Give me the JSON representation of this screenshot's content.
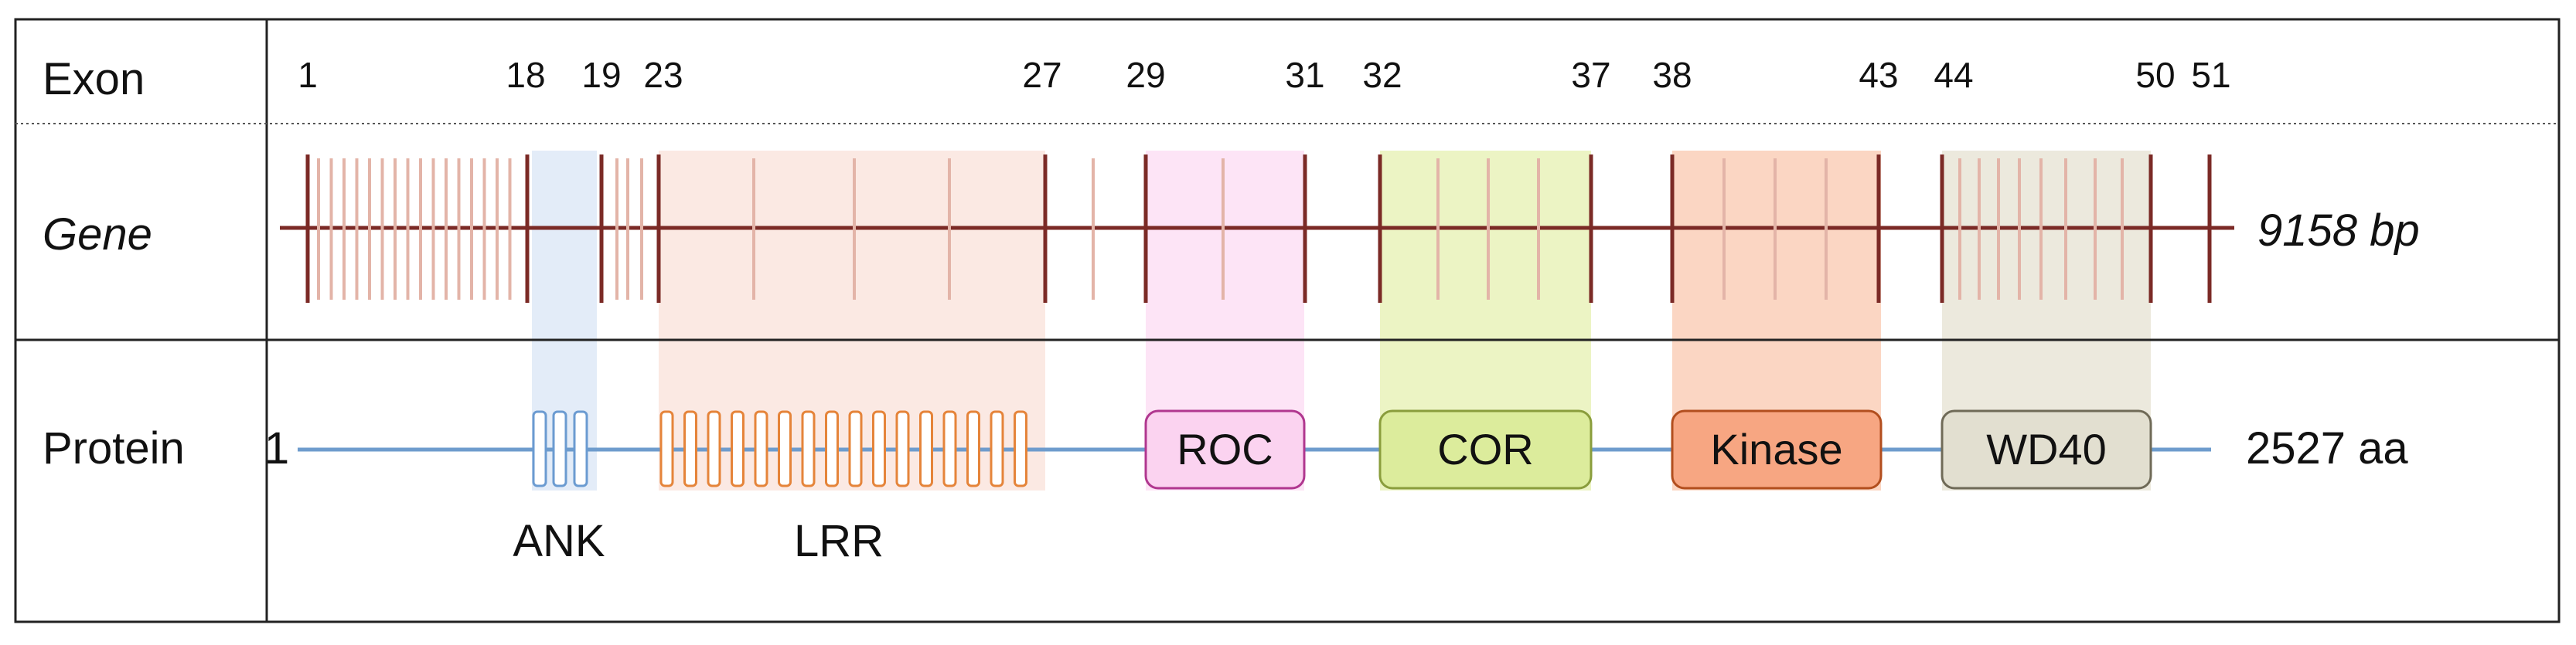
{
  "rows": {
    "exon_label": "Exon",
    "gene_label": "Gene",
    "protein_label": "Protein"
  },
  "exon_numbers": [
    "1",
    "18",
    "19",
    "23",
    "27",
    "29",
    "31",
    "32",
    "37",
    "38",
    "43",
    "44",
    "50",
    "51"
  ],
  "gene": {
    "length_label": "9158 bp"
  },
  "protein": {
    "start_label": "1",
    "length_label": "2527 aa",
    "ank_label": "ANK",
    "lrr_label": "LRR",
    "domains": [
      {
        "id": "roc",
        "label": "ROC",
        "fill": "#fbd3f0",
        "stroke": "#b0378f",
        "shade": "#fde4f6"
      },
      {
        "id": "cor",
        "label": "COR",
        "fill": "#dcec9c",
        "stroke": "#8a9d3c",
        "shade": "#ecf4c4"
      },
      {
        "id": "kinase",
        "label": "Kinase",
        "fill": "#f7a682",
        "stroke": "#b24e1e",
        "shade": "#fbd6c3"
      },
      {
        "id": "wd40",
        "label": "WD40",
        "fill": "#e2dfd0",
        "stroke": "#6f6a57",
        "shade": "#ece9dd"
      }
    ]
  },
  "colors": {
    "gene_line": "#7b2a26",
    "minor_exon": "#e3b4a8",
    "protein_line": "#6e9ccd",
    "ank": "#6b9bd1",
    "ank_shade": "#e3ecf8",
    "lrr": "#e5843a",
    "lrr_shade": "#fbe9e3"
  }
}
